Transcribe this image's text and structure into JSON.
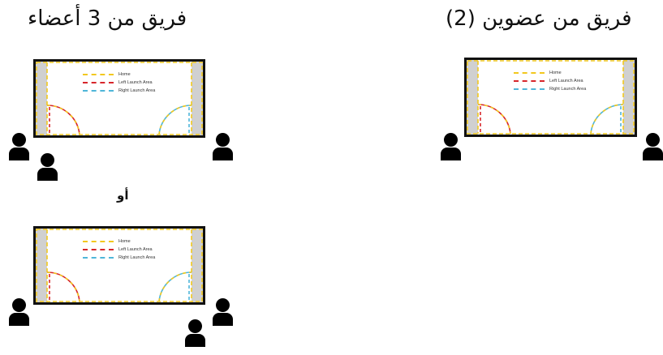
{
  "headings": {
    "team_two": "فريق من عضوين (2)",
    "team_three": "فريق من 3 أعضاء"
  },
  "or_label": "أو",
  "legend": [
    {
      "label": "Home",
      "color": "#f2c81e"
    },
    {
      "label": "Left Launch Area",
      "color": "#d7262b"
    },
    {
      "label": "Right Launch Area",
      "color": "#4fb6d9"
    }
  ],
  "colors": {
    "border": "#111111",
    "zone_fill": "#d0d0d0",
    "home": "#f2c81e",
    "left_launch": "#d7262b",
    "right_launch": "#4fb6d9",
    "person": "#000000"
  },
  "icons": [
    "person-icon"
  ]
}
